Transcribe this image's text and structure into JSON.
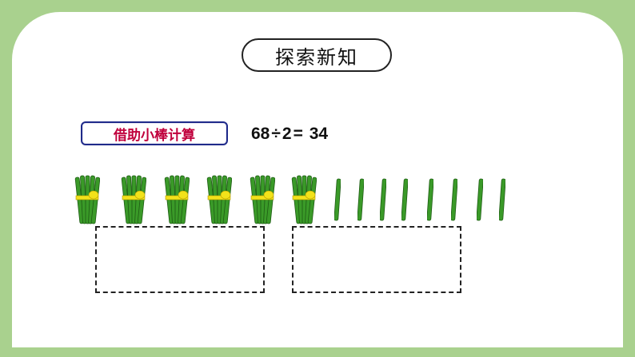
{
  "header": {
    "title": "探索新知"
  },
  "method": {
    "label": "借助小棒计算"
  },
  "equation": {
    "dividend": "68",
    "operator": "÷",
    "divisor": "2",
    "equals": "=",
    "result": "34"
  },
  "manipulatives": {
    "bundles_of_ten": 6,
    "single_sticks": 8,
    "stick_color": "#3a9a28",
    "tie_color": "#f2e21a"
  },
  "workspace": {
    "boxes": 2
  }
}
